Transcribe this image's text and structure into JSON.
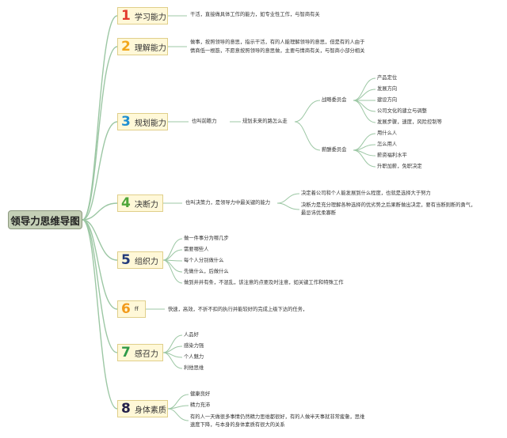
{
  "root": {
    "label": "领导力思维导图"
  },
  "colors": {
    "line": "#9cc7a4",
    "n1": "#e23b2e",
    "n2": "#f2a71b",
    "n3": "#1f8fd1",
    "n4": "#4ea63a",
    "n5": "#233a7a",
    "n6": "#f29a1b",
    "n7": "#2f9a48",
    "n8": "#23204a"
  },
  "topics": [
    {
      "num": "1",
      "label": "学习能力",
      "notes": [
        "干活，直接做具体工作的能力，如专业性工作，与智商有关"
      ]
    },
    {
      "num": "2",
      "label": "理解能力",
      "notes": [
        "做事，按照领导的意思，指示干活，有的人能理解领导的意思，但是有的人由于",
        "情商低一根筋，不愿意按照领导的意思做，主要与情商有关，与智商小部分相关"
      ]
    },
    {
      "num": "3",
      "label": "规划能力",
      "alias": "也叫前瞻力",
      "sub": "规划未来的路怎么走",
      "groups": [
        {
          "label": "战略委员会",
          "items": [
            "产品定位",
            "发展方向",
            "建设方向",
            "公司文化的建立与调整",
            "发展步骤，速度，风险控制等"
          ]
        },
        {
          "label": "薪酬委员会",
          "items": [
            "用什么人",
            "怎么用人",
            "薪资福利水平",
            "升职加薪，免职决定"
          ]
        }
      ]
    },
    {
      "num": "4",
      "label": "决断力",
      "desc": "也叫决策力，是领导力中最关键的能力",
      "notes": [
        "决定着公司和个人能发展到什么程度，也就是选择大于努力",
        "决断力是充分理解各种选择的优劣势之后果断做出决定，要有当断则断的勇气，",
        "最忌讳优柔寡断"
      ]
    },
    {
      "num": "5",
      "label": "组织力",
      "items": [
        "做一件事分为哪几步",
        "需要哪些人",
        "每个人分别做什么",
        "先做什么，后做什么",
        "做到井井有条，不混乱，该注意的点要及时注意，如关键工作和特殊工作"
      ]
    },
    {
      "num": "6",
      "label": "ff",
      "notes": [
        "快速，高效，不折不扣的执行并能较好的完成上级下达的任务，"
      ]
    },
    {
      "num": "7",
      "label": "感召力",
      "items": [
        "人品好",
        "感染力强",
        "个人魅力",
        "利他思维"
      ]
    },
    {
      "num": "8",
      "label": "身体素质",
      "items": [
        "健康良好",
        "精力充沛",
        "有的人一天做很多事情仍然精力思维都很好，有的人做半天事就非常疲惫，思维",
        "速度下降，与本身的身体素质有很大的关系"
      ]
    }
  ]
}
